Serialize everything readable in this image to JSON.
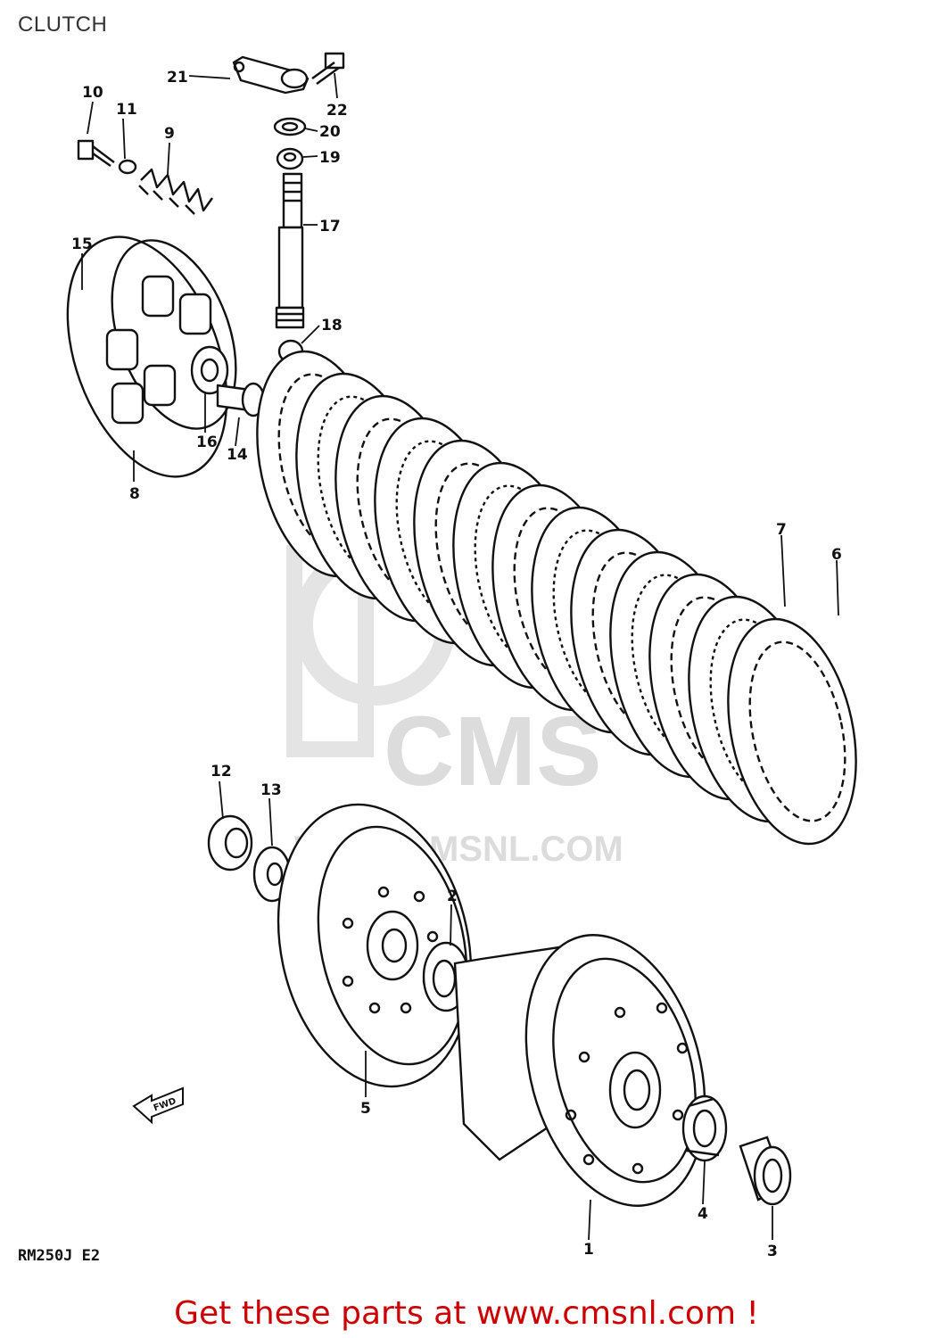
{
  "title": "CLUTCH",
  "model_code": "RM250J E2",
  "watermark": {
    "brand": "CMS",
    "url": "WWW.CMSNL.COM"
  },
  "fwd_arrow_label": "FWD",
  "promo_text": "Get these parts at www.cmsnl.com !",
  "parts": [
    {
      "number": "1"
    },
    {
      "number": "2"
    },
    {
      "number": "3"
    },
    {
      "number": "4"
    },
    {
      "number": "5"
    },
    {
      "number": "6"
    },
    {
      "number": "7"
    },
    {
      "number": "8"
    },
    {
      "number": "9"
    },
    {
      "number": "10"
    },
    {
      "number": "11"
    },
    {
      "number": "12"
    },
    {
      "number": "13"
    },
    {
      "number": "14"
    },
    {
      "number": "15"
    },
    {
      "number": "16"
    },
    {
      "number": "17"
    },
    {
      "number": "18"
    },
    {
      "number": "19"
    },
    {
      "number": "20"
    },
    {
      "number": "21"
    },
    {
      "number": "22"
    }
  ],
  "colors": {
    "promo": "#cc0000",
    "line": "#111111",
    "watermark": "#d9d9d9"
  }
}
